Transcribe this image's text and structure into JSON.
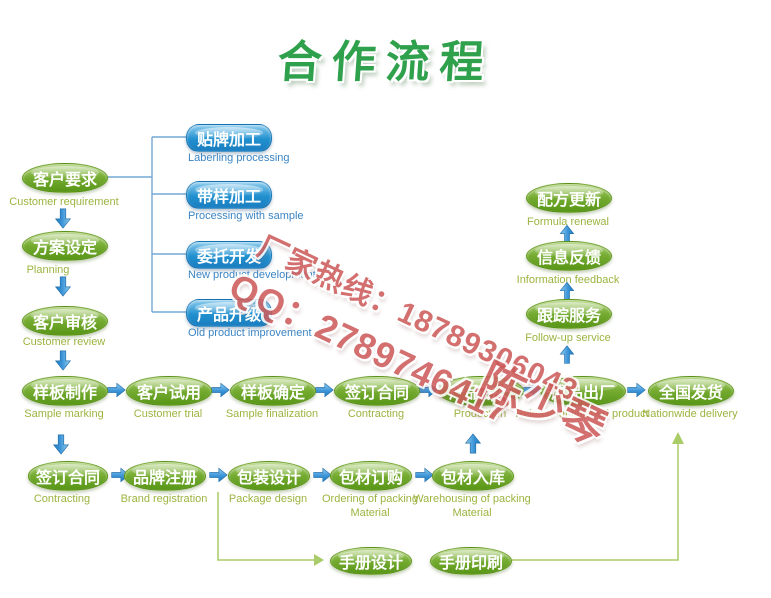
{
  "title": "合作流程",
  "watermark": {
    "hotline": "厂家热线：18789306043",
    "qq": "QQ：2789746417",
    "name": "陈少琴"
  },
  "left_flow": [
    {
      "zh": "客户要求",
      "en": "Customer requirement"
    },
    {
      "zh": "方案设定",
      "en": "Planning"
    },
    {
      "zh": "客户审核",
      "en": "Customer review"
    }
  ],
  "service_options": [
    {
      "zh": "贴牌加工",
      "en": "Laberling processing"
    },
    {
      "zh": "带样加工",
      "en": "Processing with sample"
    },
    {
      "zh": "委托开发",
      "en": "New product development"
    },
    {
      "zh": "产品升级",
      "en": "Old product improvement"
    }
  ],
  "main_flow": [
    {
      "zh": "样板制作",
      "en": "Sample marking"
    },
    {
      "zh": "客户试用",
      "en": "Customer trial"
    },
    {
      "zh": "样板确定",
      "en": "Sample finalization"
    },
    {
      "zh": "签订合同",
      "en": "Contracting"
    },
    {
      "zh": "产品生产",
      "en": "Production"
    },
    {
      "zh": "成品出厂",
      "en": "Release of finished product"
    },
    {
      "zh": "全国发货",
      "en": "Nationwide delivery"
    }
  ],
  "feedback_flow": [
    {
      "zh": "配方更新",
      "en": "Formula renewal"
    },
    {
      "zh": "信息反馈",
      "en": "Information feedback"
    },
    {
      "zh": "跟踪服务",
      "en": "Follow-up service"
    }
  ],
  "packing_flow": [
    {
      "zh": "签订合同",
      "en": "Contracting"
    },
    {
      "zh": "品牌注册",
      "en": "Brand registration"
    },
    {
      "zh": "包装设计",
      "en": "Package design"
    },
    {
      "zh": "包材订购",
      "en": "Ordering of packing",
      "en2": "Material"
    },
    {
      "zh": "包材入库",
      "en": "Warehousing of packing",
      "en2": "Material"
    }
  ],
  "manual_flow": [
    {
      "zh": "手册设计"
    },
    {
      "zh": "手册印刷"
    }
  ],
  "colors": {
    "green_node": "#67a422",
    "blue_node": "#1e88ca",
    "arrow_blue": "#3e8fd0",
    "connector_blue": "#74a8d4",
    "line_green": "#a9cc68",
    "label_green": "#9cb440",
    "label_blue": "#3b85c4",
    "watermark_red": "#cd5c5c",
    "title_green": "#2fa04b"
  }
}
